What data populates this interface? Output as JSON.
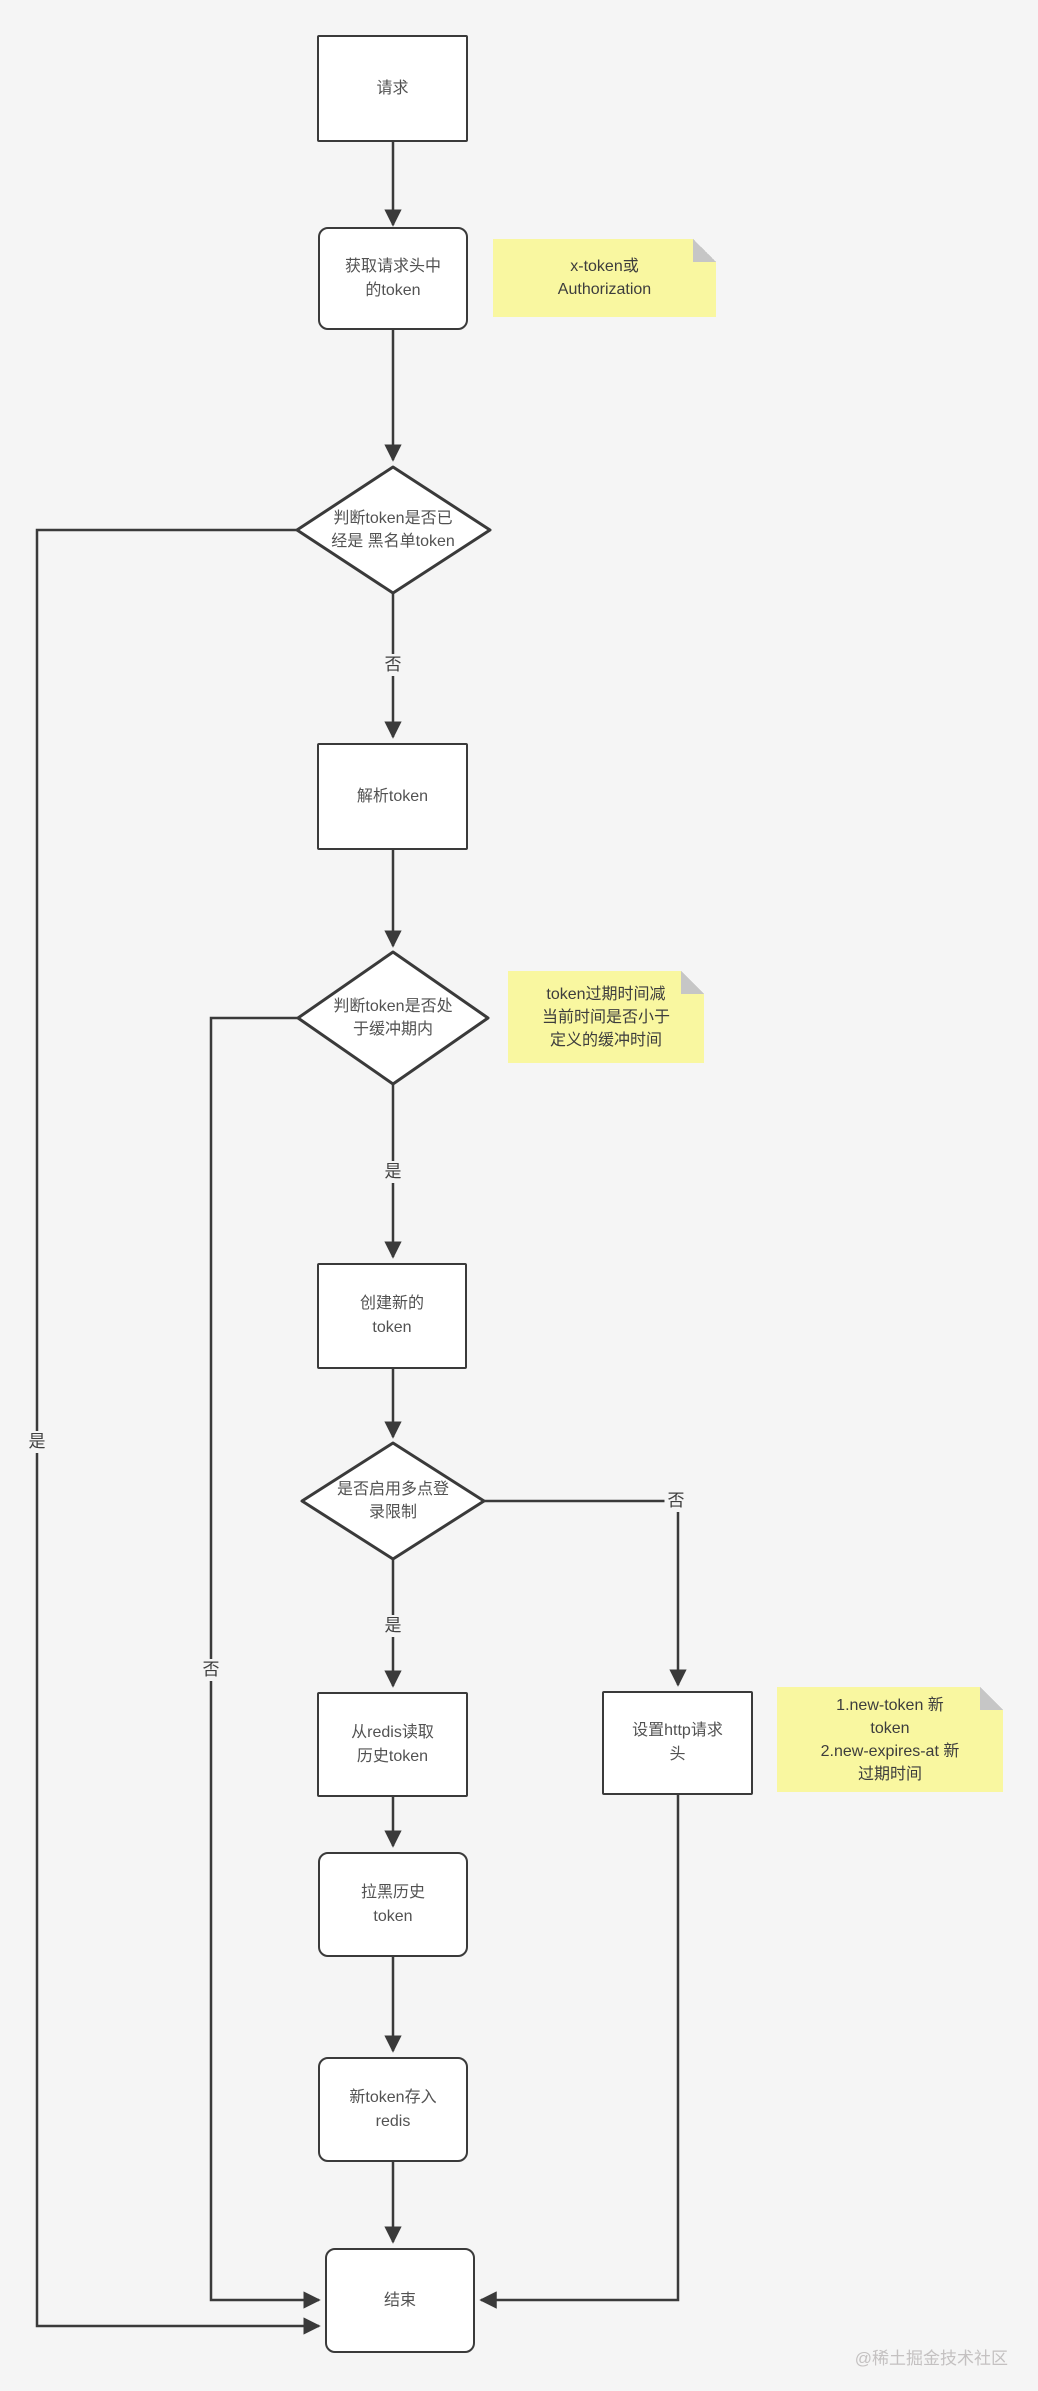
{
  "palette": {
    "background": "#f5f5f5",
    "line": "#3a3a3a",
    "node_fill": "#ffffff",
    "node_border": "#3a3a3a",
    "note_fill": "#f9f7a0",
    "note_fold": "#c6c6c6",
    "node_text": "#525252",
    "watermark_text": "#c4c1c1"
  },
  "nodes": {
    "request": {
      "label": "请求"
    },
    "get_token": {
      "label": "获取请求头中\n的token"
    },
    "check_blacklist": {
      "label": "判断token是否已\n经是 黑名单token"
    },
    "parse_token": {
      "label": "解析token"
    },
    "check_buffer": {
      "label": "判断token是否处\n于缓冲期内"
    },
    "create_token": {
      "label": "创建新的\ntoken"
    },
    "check_multi_login": {
      "label": "是否启用多点登\n录限制"
    },
    "read_history_token": {
      "label": "从redis读取\n历史token"
    },
    "set_http_header": {
      "label": "设置http请求\n头"
    },
    "blacklist_history_token": {
      "label": "拉黑历史\ntoken"
    },
    "store_new_token": {
      "label": "新token存入\nredis"
    },
    "end": {
      "label": "结束"
    }
  },
  "edge_labels": {
    "blacklist_no": "否",
    "blacklist_yes": "是",
    "buffer_yes": "是",
    "buffer_no": "否",
    "multi_login_yes": "是",
    "multi_login_no": "否"
  },
  "notes": {
    "token_header": {
      "text": "x-token或\nAuthorization"
    },
    "buffer_rule": {
      "text": "token过期时间减\n当前时间是否小于\n定义的缓冲时间"
    },
    "new_token_headers": {
      "text": "1.new-token 新\ntoken\n2.new-expires-at 新\n过期时间"
    }
  },
  "meta": {
    "watermark": "@稀土掘金技术社区"
  }
}
